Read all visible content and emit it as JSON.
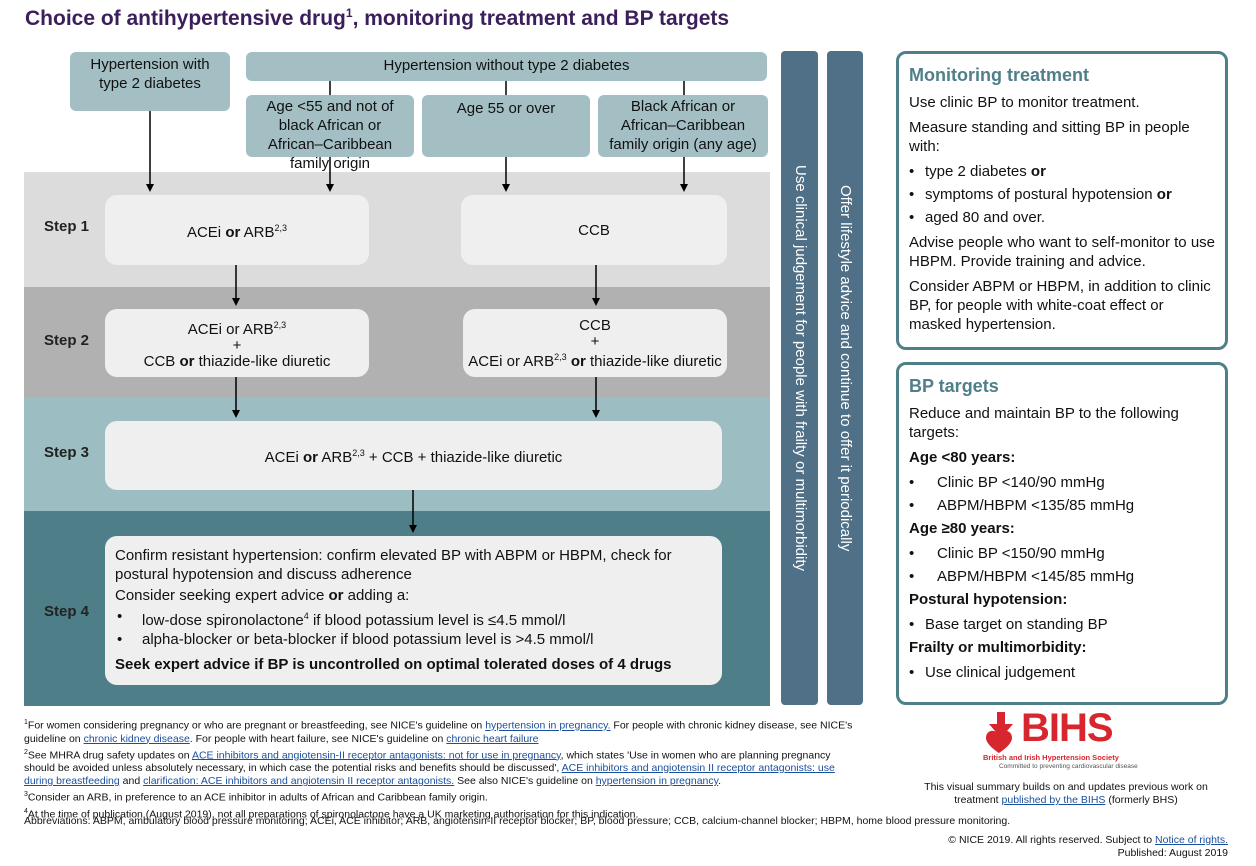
{
  "title": {
    "main": "Choice of antihypertensive drug",
    "sup": "1",
    "rest": ", monitoring treatment and BP targets"
  },
  "headers": {
    "with_diabetes": "Hypertension with type 2 diabetes",
    "without_diabetes": "Hypertension without type 2 diabetes",
    "age_under_55": "Age <55 and not of black African or African–Caribbean family origin",
    "age_55": "Age 55 or over",
    "black_african": "Black African or African–Caribbean family origin (any age)"
  },
  "steps": {
    "step1": {
      "label": "Step 1",
      "left": {
        "a": "ACEi ",
        "or": "or",
        "b": " ARB",
        "sup": "2,3"
      },
      "right": "CCB"
    },
    "step2": {
      "label": "Step 2",
      "left": {
        "line1a": "ACEi or ARB",
        "line1sup": "2,3",
        "plus": "+",
        "line2a": "CCB ",
        "or": "or",
        "line2b": " thiazide-like diuretic"
      },
      "right": {
        "line1": "CCB",
        "plus": "+",
        "line2a": "ACEi or ARB",
        "line2sup": "2,3",
        "or": "or",
        "line2b": " thiazide-like diuretic"
      }
    },
    "step3": {
      "label": "Step 3",
      "text": {
        "a": "ACEi ",
        "or": "or",
        "b": " ARB",
        "sup": "2,3",
        "c": " + CCB + thiazide-like diuretic"
      }
    },
    "step4": {
      "label": "Step 4",
      "confirm": "Confirm resistant hypertension: confirm elevated BP with ABPM or HBPM, check for postural hypotension and discuss adherence",
      "consider_a": "Consider seeking expert advice ",
      "consider_or": "or",
      "consider_b": " adding a:",
      "bullet1a": "low-dose spironolactone",
      "bullet1sup": "4",
      "bullet1b": " if blood potassium level is ≤4.5 mmol/l",
      "bullet2": "alpha-blocker or beta-blocker if blood potassium level is >4.5 mmol/l",
      "seek": "Seek expert advice if BP is uncontrolled on optimal tolerated doses of 4 drugs"
    }
  },
  "vertical_bars": {
    "clinical": "Use clinical judgement for people with frailty or multimorbidity",
    "lifestyle": "Offer lifestyle advice and continue to offer it periodically"
  },
  "monitoring": {
    "heading": "Monitoring treatment",
    "p1": "Use clinic BP to monitor treatment.",
    "p2": "Measure standing and sitting BP in people with:",
    "b1a": "type 2 diabetes ",
    "b1or": "or",
    "b2a": "symptoms of postural hypotension ",
    "b2or": "or",
    "b3": "aged 80 and over.",
    "p3": "Advise people who want to self-monitor to use HBPM. Provide training and advice.",
    "p4": "Consider ABPM or HBPM, in addition to clinic BP, for people with white-coat effect or masked hypertension."
  },
  "targets": {
    "heading": "BP targets",
    "intro": "Reduce and maintain BP to the following targets:",
    "under80": "Age <80 years:",
    "u1": "Clinic BP <140/90 mmHg",
    "u2": "ABPM/HBPM <135/85 mmHg",
    "over80": "Age ≥80 years:",
    "o1": "Clinic BP <150/90 mmHg",
    "o2": "ABPM/HBPM <145/85 mmHg",
    "postural": "Postural hypotension:",
    "p1": "Base target on standing BP",
    "frailty": "Frailty or multimorbidity:",
    "f1": "Use clinical judgement"
  },
  "footnotes": {
    "f1a": "For women considering pregnancy or who are pregnant or breastfeeding, see NICE's guideline on ",
    "f1link1": "hypertension in pregnancy.",
    "f1b": " For people with chronic kidney disease, see NICE's guideline on ",
    "f1link2": "chronic kidney disease",
    "f1c": ". For people with heart failure, see NICE's guideline on ",
    "f1link3": "chronic heart failure",
    "f2a": "See MHRA drug safety updates on ",
    "f2link1": "ACE inhibitors and angiotensin-II receptor antagonists: not for use in pregnancy",
    "f2b": ", which states 'Use in women who are planning pregnancy should be avoided unless absolutely necessary, in which case the potential risks and benefits should be discussed', ",
    "f2link2": "ACE inhibitors and angiotensin II receptor antagonists: use during breastfeeding",
    "f2c": " and ",
    "f2link3": "clarification: ACE inhibitors and angiotensin II receptor antagonists.",
    "f2d": " See also NICE's guideline on ",
    "f2link4": "hypertension in pregnancy",
    "f2e": ".",
    "f3": "Consider an ARB, in preference to an ACE inhibitor in adults of African and Caribbean family origin.",
    "f4": "At the time of publication (August 2019), not all preparations of spironolactone have a UK marketing authorisation for this indication.",
    "abbrev": "Abbreviations: ABPM, ambulatory blood pressure monitoring; ACEi, ACE inhibitor; ARB, angiotensin-II receptor blocker; BP, blood pressure; CCB, calcium-channel blocker; HBPM, home blood pressure monitoring."
  },
  "bihs": {
    "logo": "BIHS",
    "name": "British and Irish Hypertension Society",
    "tagline": "Committed to preventing cardiovascular disease",
    "summary_a": "This visual summary builds on and updates previous work on treatment ",
    "summary_link": "published by the BIHS",
    "summary_b": " (formerly BHS)"
  },
  "copyright": {
    "text": "© NICE 2019. All rights reserved. Subject to ",
    "link": "Notice of rights.",
    "published": "Published: August 2019"
  },
  "colors": {
    "title": "#3b1f5b",
    "header": "#a3bfc4",
    "step1": "#dcdcdc",
    "step2": "#b1b1b1",
    "step3": "#9cbdc2",
    "step4": "#4e7f88",
    "vbar": "#4f7086",
    "panel_border": "#4f7f88",
    "bihs_red": "#d7262e"
  }
}
